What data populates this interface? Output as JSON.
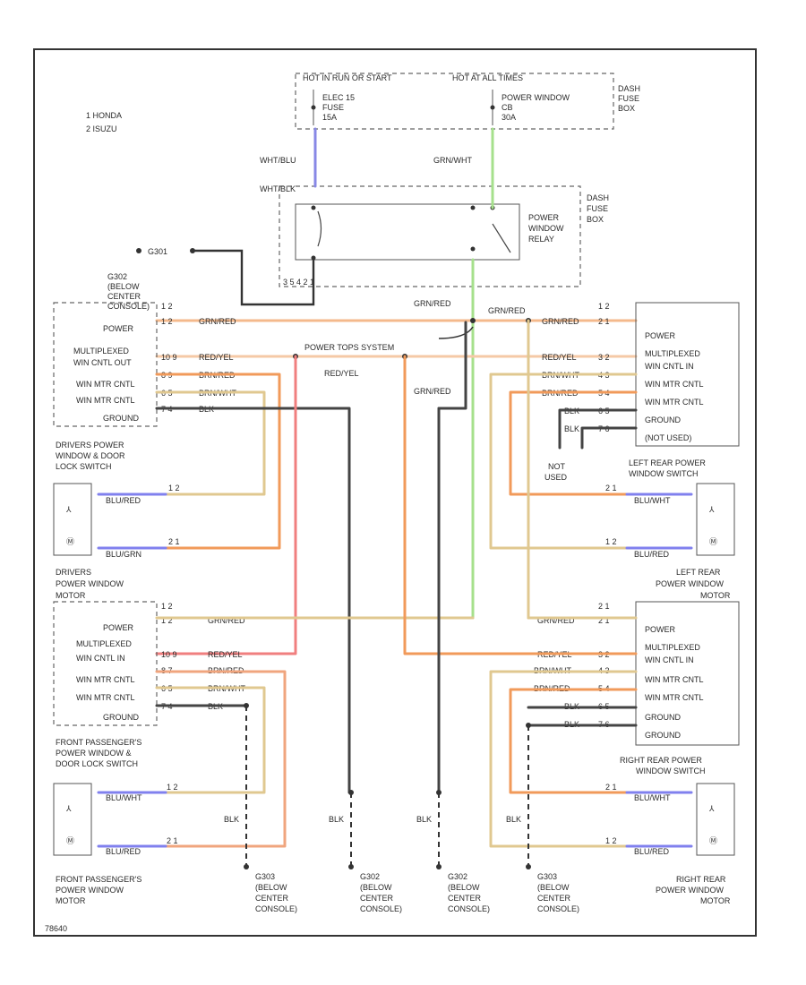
{
  "legend": {
    "items": [
      "1  HONDA",
      "2  ISUZU"
    ]
  },
  "fuse_top": {
    "bus_left": "HOT IN RUN OR START",
    "bus_right": "HOT AT ALL TIMES",
    "fuse_left": [
      "ELEC 15",
      "FUSE",
      "15A"
    ],
    "fuse_right": [
      "POWER WINDOW",
      "CB",
      "30A"
    ],
    "box_label": [
      "DASH",
      "FUSE",
      "BOX"
    ]
  },
  "relay": {
    "label": [
      "POWER",
      "WINDOW",
      "RELAY"
    ],
    "box_label": [
      "DASH",
      "FUSE",
      "BOX"
    ],
    "wire_in_a": "WHT/BLU",
    "wire_in_b": "WHT/BLK",
    "wire_out": "GRN/WHT",
    "pins": "3  5  4  2  1"
  },
  "ground_top": {
    "g": "G301",
    "label": [
      "G302",
      "(BELOW",
      "CENTER",
      "CONSOLE)"
    ]
  },
  "left_switch": {
    "pin_header": "1  2",
    "rows": [
      {
        "label": "POWER",
        "pin": "1  2",
        "wire": "GRN/RED"
      },
      {
        "label": "MULTIPLEXED",
        "pin": "",
        "wire": ""
      },
      {
        "label": "WIN CNTL OUT",
        "pin": "10  9",
        "wire": "RED/YEL"
      },
      {
        "label": "WIN MTR CNTL",
        "pin": "8  9",
        "wire": "BRN/RED"
      },
      {
        "label": "WIN MTR CNTL",
        "pin": "6  5",
        "wire": "BRN/WHT"
      },
      {
        "label": "GROUND",
        "pin": "7  4",
        "wire": "BLK"
      }
    ],
    "title": [
      "DRIVERS POWER",
      "WINDOW & DOOR",
      "LOCK SWITCH"
    ]
  },
  "left_motor": {
    "pin_top": "1  2",
    "wire_top": "BLU/RED",
    "pin_bot": "2  1",
    "wire_bot": "BLU/GRN",
    "title": [
      "DRIVERS",
      "POWER WINDOW",
      "MOTOR"
    ]
  },
  "left_pass_switch": {
    "pin_header": "1  2",
    "rows": [
      {
        "label": "POWER",
        "pin": "1  2",
        "wire": "GRN/RED"
      },
      {
        "label": "MULTIPLEXED",
        "pin": "",
        "wire": ""
      },
      {
        "label": "WIN CNTL IN",
        "pin": "10  9",
        "wire": "RED/YEL"
      },
      {
        "label": "WIN MTR CNTL",
        "pin": "8  7",
        "wire": "BRN/RED"
      },
      {
        "label": "WIN MTR CNTL",
        "pin": "6  5",
        "wire": "BRN/WHT"
      },
      {
        "label": "GROUND",
        "pin": "7  4",
        "wire": "BLK"
      }
    ],
    "title": [
      "FRONT PASSENGER'S",
      "POWER WINDOW &",
      "DOOR LOCK SWITCH"
    ]
  },
  "left_pass_motor": {
    "pin_top": "1  2",
    "wire_top": "BLU/WHT",
    "pin_bot": "2  1",
    "wire_bot": "BLU/RED",
    "title": [
      "FRONT PASSENGER'S",
      "POWER WINDOW",
      "MOTOR"
    ]
  },
  "right_lr_switch": {
    "pin_header": "1  2",
    "rows": [
      {
        "label": "POWER",
        "pin": "2  1",
        "wire": "GRN/RED"
      },
      {
        "label": "MULTIPLEXED",
        "pin": "",
        "wire": ""
      },
      {
        "label": "WIN CNTL IN",
        "pin": "3  2",
        "wire": "RED/YEL"
      },
      {
        "label": "WIN MTR CNTL",
        "pin": "4  3",
        "wire": "BRN/WHT"
      },
      {
        "label": "WIN MTR CNTL",
        "pin": "5  4",
        "wire": "BRN/RED"
      },
      {
        "label": "GROUND",
        "pin": "6  5",
        "wire": "BLK"
      },
      {
        "label": "(NOT USED)",
        "pin": "7  6",
        "wire": "BLK"
      }
    ],
    "notused": [
      "NOT",
      "USED"
    ],
    "title": [
      "LEFT REAR POWER",
      "WINDOW SWITCH"
    ]
  },
  "right_lr_motor": {
    "pin_top": "2  1",
    "wire_top": "BLU/WHT",
    "pin_bot": "1  2",
    "wire_bot": "BLU/RED",
    "title": [
      "LEFT REAR",
      "POWER WINDOW",
      "MOTOR"
    ]
  },
  "right_rr_switch": {
    "pin_header": "2  1",
    "rows": [
      {
        "label": "POWER",
        "pin": "2  1",
        "wire": "GRN/RED"
      },
      {
        "label": "MULTIPLEXED",
        "pin": "",
        "wire": ""
      },
      {
        "label": "WIN CNTL IN",
        "pin": "3  2",
        "wire": "RED/YEL"
      },
      {
        "label": "WIN MTR CNTL",
        "pin": "4  3",
        "wire": "BRN/WHT"
      },
      {
        "label": "WIN MTR CNTL",
        "pin": "5  4",
        "wire": "BRN/RED"
      },
      {
        "label": "GROUND",
        "pin": "6  5",
        "wire": "BLK"
      },
      {
        "label": "GROUND",
        "pin": "7  6",
        "wire": "BLK"
      }
    ],
    "title": [
      "RIGHT REAR POWER",
      "WINDOW SWITCH"
    ]
  },
  "right_rr_motor": {
    "pin_top": "2  1",
    "wire_top": "BLU/WHT",
    "pin_bot": "1  2",
    "wire_bot": "BLU/RED",
    "title": [
      "RIGHT REAR",
      "POWER WINDOW",
      "MOTOR"
    ]
  },
  "mid_labels": {
    "power_tops": "POWER TOPS SYSTEM",
    "red_yel": "RED/YEL",
    "grn_red": "GRN/RED",
    "grn_red_top": "GRN/RED",
    "grn_red_right": "GRN/RED"
  },
  "grounds": [
    {
      "wire": "BLK",
      "label": [
        "G303",
        "(BELOW",
        "CENTER",
        "CONSOLE)"
      ]
    },
    {
      "wire": "BLK",
      "label": [
        "G302",
        "(BELOW",
        "CENTER",
        "CONSOLE)"
      ]
    },
    {
      "wire": "BLK",
      "label": [
        "G302",
        "(BELOW",
        "CENTER",
        "CONSOLE)"
      ]
    },
    {
      "wire": "BLK",
      "label": [
        "G303",
        "(BELOW",
        "CENTER",
        "CONSOLE)"
      ]
    }
  ],
  "footer": "78640"
}
